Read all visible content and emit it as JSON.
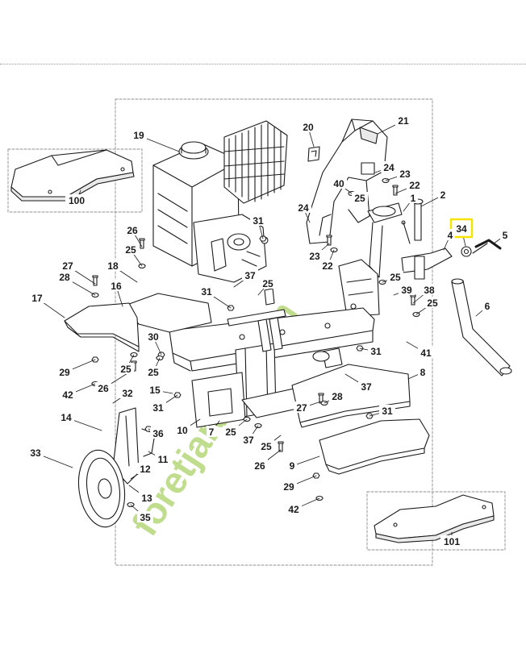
{
  "diagram": {
    "colors": {
      "line": "#1a1a1a",
      "frame": "#8c8c8c",
      "highlight": "#f5e400",
      "watermark_green": "#b5d779",
      "watermark_orange": "#f0a15a",
      "watermark_gray": "#a7a7a7",
      "fill": "#ffffff",
      "shade": "#e9e9e9"
    },
    "watermark": {
      "text": "foretjardin.com"
    },
    "highlighted_part": "34",
    "labels": [
      {
        "id": "l19",
        "text": "19"
      },
      {
        "id": "l20",
        "text": "20"
      },
      {
        "id": "l21",
        "text": "21"
      },
      {
        "id": "l100",
        "text": "100"
      },
      {
        "id": "l40",
        "text": "40"
      },
      {
        "id": "l24a",
        "text": "24"
      },
      {
        "id": "l23a",
        "text": "23"
      },
      {
        "id": "l22a",
        "text": "22"
      },
      {
        "id": "l25a",
        "text": "25"
      },
      {
        "id": "l1",
        "text": "1"
      },
      {
        "id": "l2",
        "text": "2"
      },
      {
        "id": "l24b",
        "text": "24"
      },
      {
        "id": "l31a",
        "text": "31"
      },
      {
        "id": "l26a",
        "text": "26"
      },
      {
        "id": "l34",
        "text": "34"
      },
      {
        "id": "l4",
        "text": "4"
      },
      {
        "id": "l5",
        "text": "5"
      },
      {
        "id": "l25b",
        "text": "25"
      },
      {
        "id": "l23b",
        "text": "23"
      },
      {
        "id": "l22b",
        "text": "22"
      },
      {
        "id": "l27a",
        "text": "27"
      },
      {
        "id": "l18",
        "text": "18"
      },
      {
        "id": "l37a",
        "text": "37"
      },
      {
        "id": "l28a",
        "text": "28"
      },
      {
        "id": "l16",
        "text": "16"
      },
      {
        "id": "l25c",
        "text": "25"
      },
      {
        "id": "l25d",
        "text": "25"
      },
      {
        "id": "l39",
        "text": "39"
      },
      {
        "id": "l38",
        "text": "38"
      },
      {
        "id": "l17",
        "text": "17"
      },
      {
        "id": "l31b",
        "text": "31"
      },
      {
        "id": "l25e",
        "text": "25"
      },
      {
        "id": "l6",
        "text": "6"
      },
      {
        "id": "l30",
        "text": "30"
      },
      {
        "id": "l41",
        "text": "41"
      },
      {
        "id": "l29a",
        "text": "29"
      },
      {
        "id": "l25f",
        "text": "25"
      },
      {
        "id": "l31c",
        "text": "31"
      },
      {
        "id": "l25g",
        "text": "25"
      },
      {
        "id": "l8",
        "text": "8"
      },
      {
        "id": "l42a",
        "text": "42"
      },
      {
        "id": "l26b",
        "text": "26"
      },
      {
        "id": "l15",
        "text": "15"
      },
      {
        "id": "l37b",
        "text": "37"
      },
      {
        "id": "l32",
        "text": "32"
      },
      {
        "id": "l27b",
        "text": "27"
      },
      {
        "id": "l28b",
        "text": "28"
      },
      {
        "id": "l31d",
        "text": "31"
      },
      {
        "id": "l31e",
        "text": "31"
      },
      {
        "id": "l14",
        "text": "14"
      },
      {
        "id": "l10",
        "text": "10"
      },
      {
        "id": "l7",
        "text": "7"
      },
      {
        "id": "l25h",
        "text": "25"
      },
      {
        "id": "l36",
        "text": "36"
      },
      {
        "id": "l37c",
        "text": "37"
      },
      {
        "id": "l25i",
        "text": "25"
      },
      {
        "id": "l11",
        "text": "11"
      },
      {
        "id": "l33",
        "text": "33"
      },
      {
        "id": "l9",
        "text": "9"
      },
      {
        "id": "l26c",
        "text": "26"
      },
      {
        "id": "l12",
        "text": "12"
      },
      {
        "id": "l29b",
        "text": "29"
      },
      {
        "id": "l13",
        "text": "13"
      },
      {
        "id": "l42b",
        "text": "42"
      },
      {
        "id": "l35",
        "text": "35"
      },
      {
        "id": "l101",
        "text": "101"
      }
    ]
  }
}
